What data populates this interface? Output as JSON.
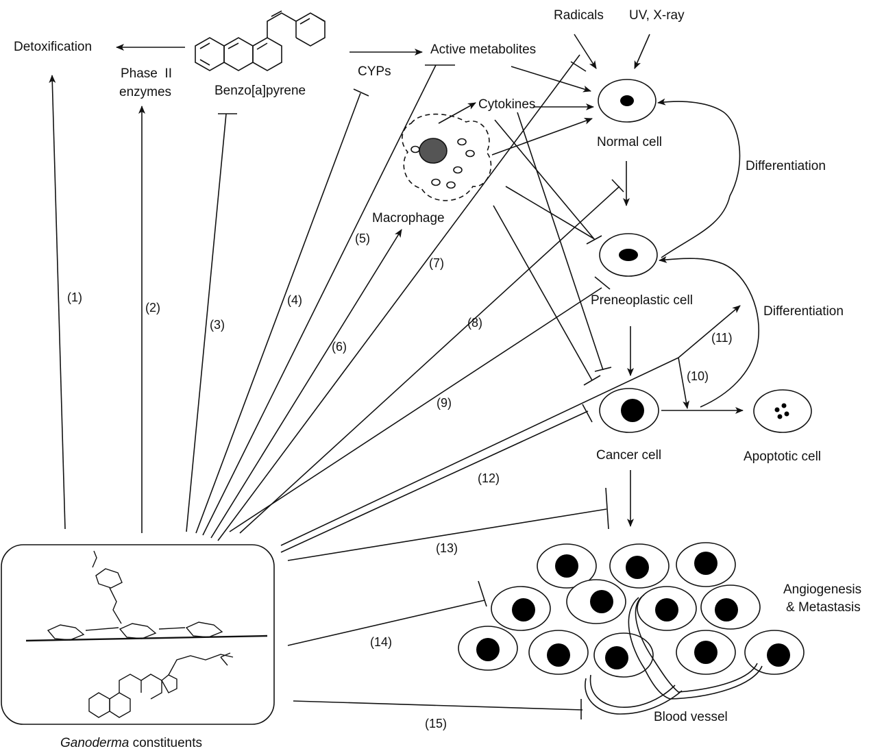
{
  "diagram": {
    "labels": {
      "detox": "Detoxification",
      "phase2_line1": "Phase  II",
      "phase2_line2": "enzymes",
      "benzo": "Benzo[a]pyrene",
      "cyps": "CYPs",
      "active": "Active metabolites",
      "radicals": "Radicals",
      "uv": "UV, X-ray",
      "cytokines": "Cytokines",
      "macrophage": "Macrophage",
      "normal": "Normal cell",
      "differentiation1": "Differentiation",
      "preneoplastic": "Preneoplastic cell",
      "differentiation2": "Differentiation",
      "cancer": "Cancer cell",
      "apoptotic": "Apoptotic cell",
      "angio_line1": "Angiogenesis",
      "angio_line2": "& Metastasis",
      "blood": "Blood vessel",
      "ganoderma_italic": "Ganoderma",
      "ganoderma_rest": " constituents"
    },
    "pathway_numbers": [
      "(1)",
      "(2)",
      "(3)",
      "(4)",
      "(5)",
      "(6)",
      "(7)",
      "(8)",
      "(9)",
      "(10)",
      "(11)",
      "(12)",
      "(13)",
      "(14)",
      "(15)"
    ]
  }
}
